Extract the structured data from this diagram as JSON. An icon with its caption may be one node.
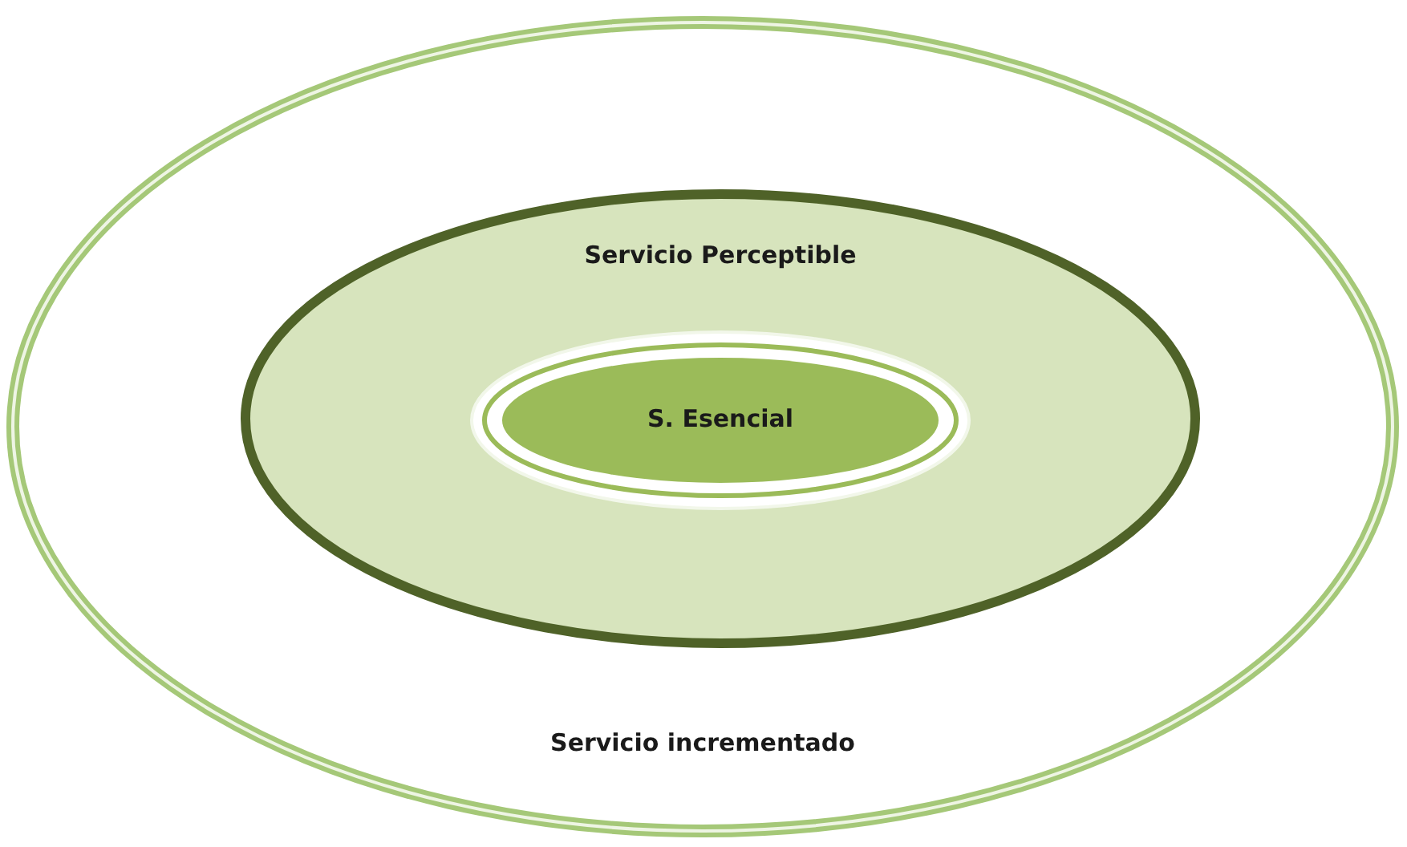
{
  "diagram": {
    "nodes": [
      {
        "text": [
          "Servicio incrementado"
        ]
      },
      {
        "text": [
          "Servicio Perceptible"
        ],
        "in": 0
      },
      {
        "text": [
          "S. Esencial"
        ],
        "in": 1
      }
    ]
  }
}
